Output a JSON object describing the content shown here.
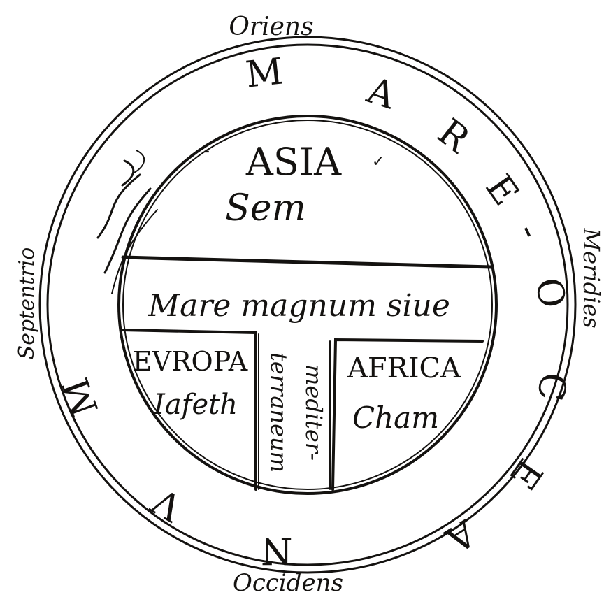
{
  "cardinal": {
    "east": "Oriens",
    "south": "Meridies",
    "west": "Occidens",
    "north": "Septentrio"
  },
  "ocean": {
    "letters": [
      "M",
      "A",
      "R",
      "E",
      "-",
      "O",
      "C",
      "E",
      "A",
      "N",
      "V",
      "M"
    ]
  },
  "continents": {
    "asia": {
      "name": "ASIA",
      "son": "Sem"
    },
    "europa": {
      "name": "EVROPA",
      "son": "Iafeth"
    },
    "africa": {
      "name": "AFRICA",
      "son": "Cham"
    }
  },
  "sea": {
    "label": "Mare magnum siue",
    "vertical_left": "terraneum",
    "vertical_right": "mediter-"
  },
  "colors": {
    "ink": "#141210",
    "paper": "#ffffff"
  }
}
